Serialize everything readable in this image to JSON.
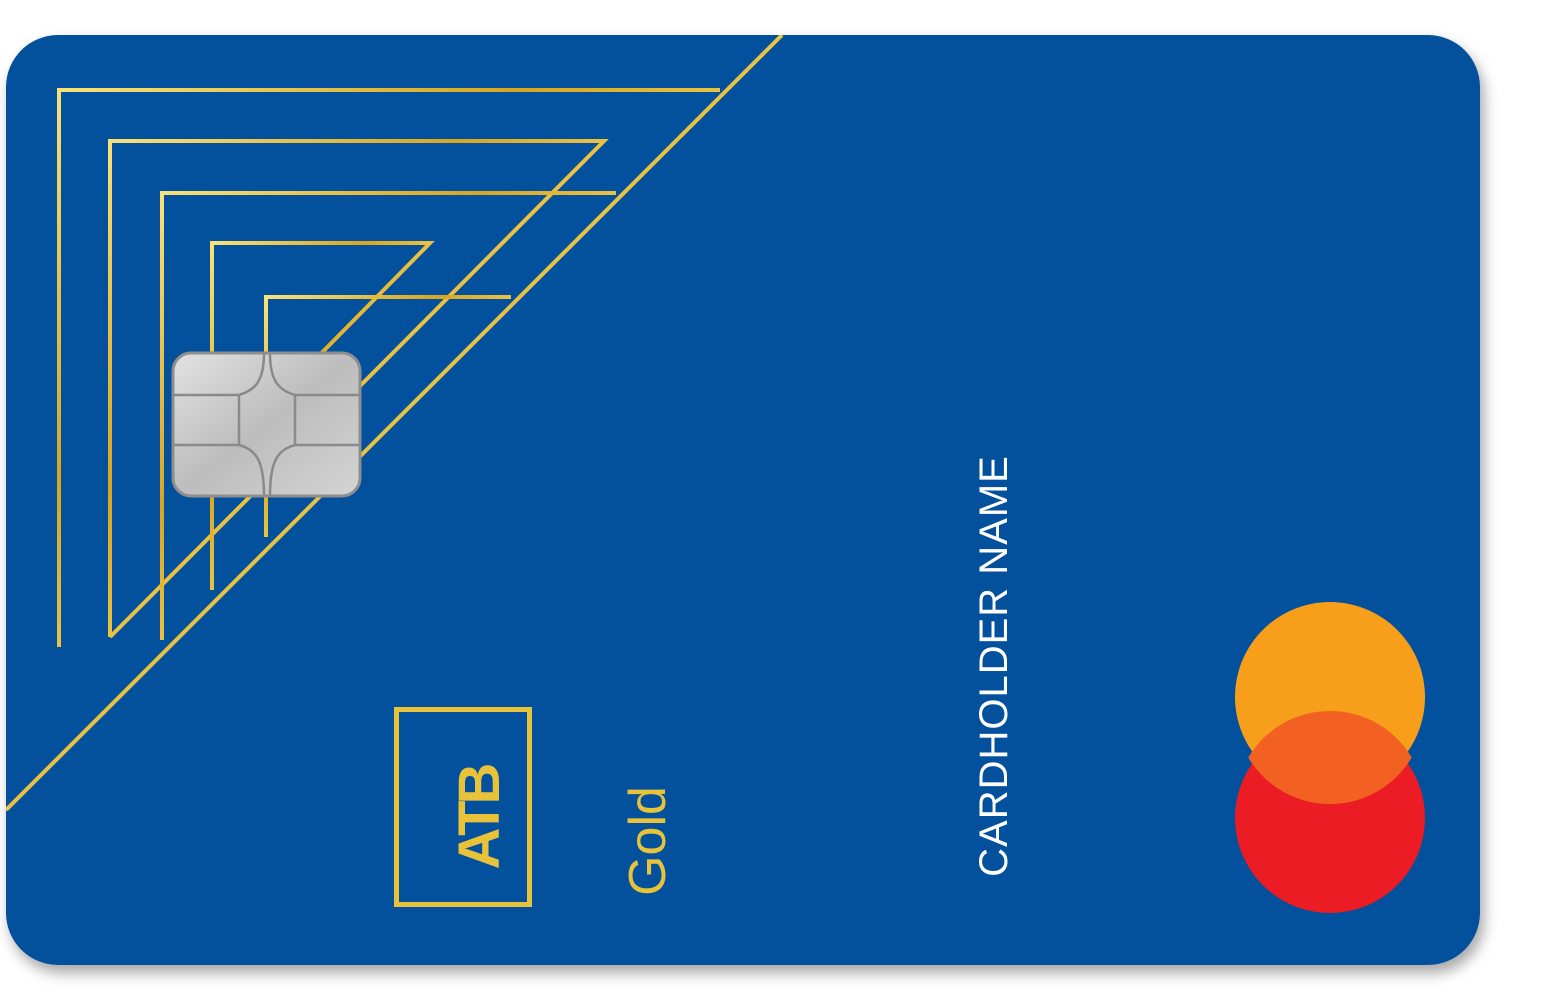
{
  "card": {
    "logo_text": "ATB",
    "tier_label": "Gold",
    "cardholder_label": "CARDHOLDER NAME",
    "network": "mastercard-logo"
  },
  "colors": {
    "card_blue": "#03509D",
    "gold": "#E8C33A",
    "white": "#FFFFFF",
    "chip_silver": "#C9C9C9",
    "mc_yellow": "#F79E1B",
    "mc_red": "#EB001B",
    "mc_overlap": "#FF5F00"
  }
}
